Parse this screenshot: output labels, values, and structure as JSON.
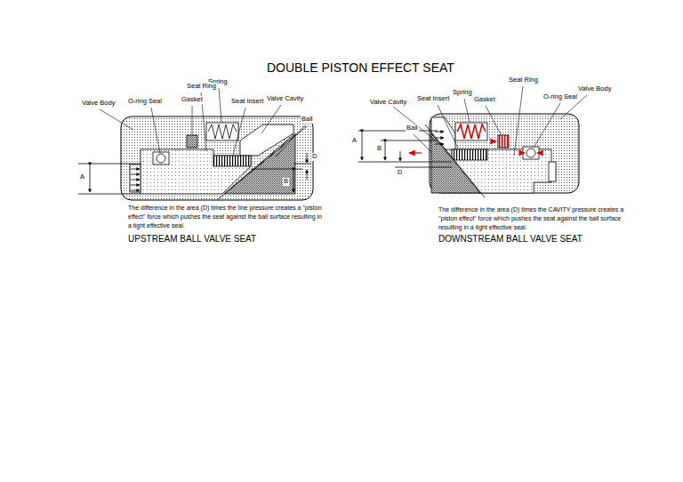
{
  "diagram": {
    "title": "DOUBLE PISTON EFFECT SEAT",
    "labels": [
      "Spring",
      "Seat Ring",
      "Gasket",
      "O-ring Seal",
      "Seat Insert",
      "Valve Cavity",
      "Valve Body",
      "Ball",
      "D",
      "A",
      "B",
      "The difference in the area (D) times the line pressure creates a \"piston effect\" force which pushes the seat against the ball surface resulting in a tight effective seal.",
      "UPSTREAM BALL VALVE SEAT",
      "Seat Ring",
      "Valve Body",
      "Spring",
      "Seat Insert",
      "Gasket",
      "O-ring Seal",
      "Valve Cavity",
      "Ball",
      "A",
      "B",
      "D",
      "The difference in the area (D) times the CAVITY pressure creates a \"piston effect\" force which pushes the seat against the ball surface resulting in a tight effective seal.",
      "DOWNSTREAM BALL VALVE SEAT"
    ]
  }
}
